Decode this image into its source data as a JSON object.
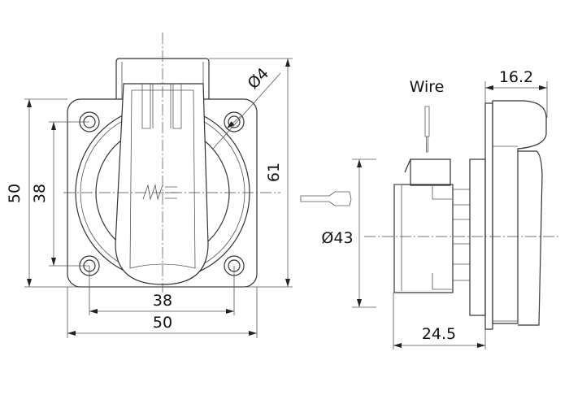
{
  "front_view": {
    "height_outer": "50",
    "height_holes": "38",
    "total_height": "61",
    "width_holes": "38",
    "width_outer": "50",
    "hole_diameter": "Ø4",
    "logo": "ME"
  },
  "side_view": {
    "wire_label": "Wire",
    "depth_cover": "16.2",
    "diameter": "Ø43",
    "depth_body": "24.5"
  }
}
